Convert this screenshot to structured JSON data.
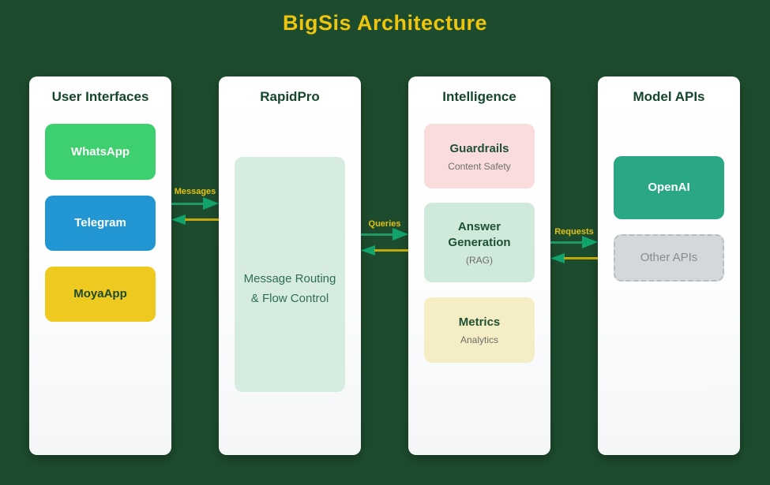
{
  "title": "BigSis Architecture",
  "columns": [
    {
      "title": "User Interfaces",
      "boxes": [
        {
          "label": "WhatsApp"
        },
        {
          "label": "Telegram"
        },
        {
          "label": "MoyaApp"
        }
      ]
    },
    {
      "title": "RapidPro",
      "boxes": [
        {
          "label_line1": "Message Routing",
          "label_line2": "& Flow Control"
        }
      ]
    },
    {
      "title": "Intelligence",
      "boxes": [
        {
          "label": "Guardrails",
          "sublabel": "Content Safety"
        },
        {
          "label": "Answer Generation",
          "sublabel": "(RAG)"
        },
        {
          "label": "Metrics",
          "sublabel": "Analytics"
        }
      ]
    },
    {
      "title": "Model APIs",
      "boxes": [
        {
          "label": "OpenAI"
        },
        {
          "label": "Other APIs"
        }
      ]
    }
  ],
  "connectors": [
    {
      "label": "Messages",
      "direction": "bidirectional"
    },
    {
      "label": "Queries",
      "direction": "bidirectional"
    },
    {
      "label": "Requests",
      "direction": "bidirectional"
    }
  ],
  "colors": {
    "background": "#1d4b2d",
    "title_gold": "#edc40f",
    "card_heading": "#15462b",
    "whatsapp": "#3ed06e",
    "telegram": "#2196d3",
    "moyaapp": "#eec91f",
    "routing_box": "#d6ece0",
    "guardrails": "#fbdcdc",
    "answer_generation": "#cfe9db",
    "metrics": "#f5edc3",
    "openai": "#2aa785",
    "other_apis": "#d4d8da",
    "other_apis_border": "#b7bdc1",
    "arrow_head_green": "#12a26b",
    "arrow_line_green": "#1f9866",
    "arrow_line_gold": "#bfa70c",
    "connector_label": "#e3c012"
  }
}
